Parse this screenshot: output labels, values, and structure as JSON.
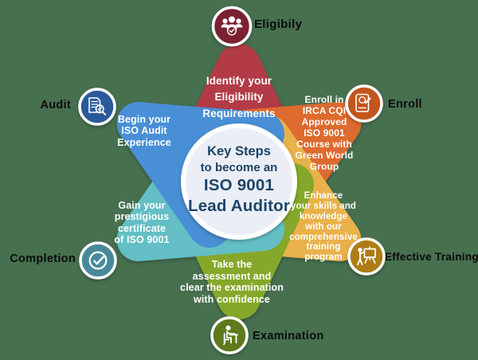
{
  "background_color": "#47704f",
  "center": {
    "lines": [
      "Key Steps",
      "to become an",
      "ISO 9001",
      "Lead Auditor"
    ],
    "fill": "#ebeef7",
    "ring_color": "#ffffff",
    "text_color": "#1d4467"
  },
  "steps": [
    {
      "id": "eligibility",
      "label": "Eligibily",
      "icon": "people-check-icon",
      "petal_color": "#b23b46",
      "icon_color": "#7a2430",
      "text": "Identify your\nEligibility\nRequirements"
    },
    {
      "id": "enroll",
      "label": "Enroll",
      "icon": "enrollment-form-pencil-icon",
      "petal_color": "#dd6b2f",
      "icon_color": "#c2571e",
      "text": "Enroll in\nIRCA CQI\nApproved\nISO 9001\nCourse with\nGreen World\nGroup"
    },
    {
      "id": "effective-training",
      "label": "Effective Training",
      "icon": "presenter-board-icon",
      "petal_color": "#e9b14c",
      "icon_color": "#ad7c17",
      "text": "Enhance\nyour skills and\nknowledge\nwith our\ncomprehensive\ntraining\nprogram"
    },
    {
      "id": "examination",
      "label": "Examination",
      "icon": "person-writing-desk-icon",
      "petal_color": "#85a82c",
      "icon_color": "#5d7a1e",
      "text": "Take the\nassessment and\nclear the examination\nwith confidence"
    },
    {
      "id": "completion",
      "label": "Completion",
      "icon": "check-circle-icon",
      "petal_color": "#64bfc5",
      "icon_color": "#46899b",
      "text": "Gain your\nprestigious\ncertificate\nof ISO 9001"
    },
    {
      "id": "audit",
      "label": "Audit",
      "icon": "document-magnifier-icon",
      "petal_color": "#4a8fd6",
      "icon_color": "#2a5a9c",
      "text": "Begin your\nISO Audit\nExperience"
    }
  ]
}
